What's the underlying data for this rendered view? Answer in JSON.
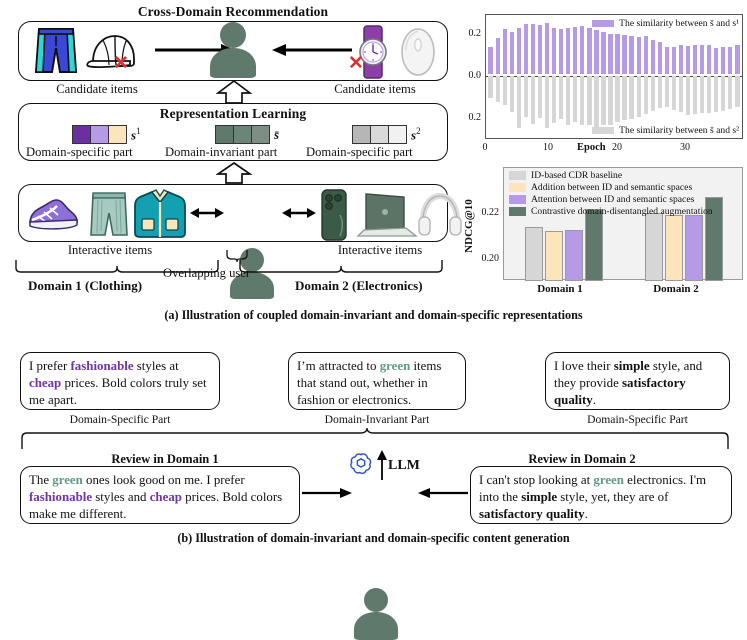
{
  "figure": {
    "caption_a": "(a) Illustration of coupled domain-invariant and domain-specific representations",
    "caption_b": "(b) Illustration of domain-invariant and domain-specific content generation"
  },
  "panel_a": {
    "cdr": {
      "title": "Cross-Domain Recommendation",
      "left_label": "Candidate items",
      "right_label": "Candidate items",
      "left_items": [
        "shorts-icon",
        "cap-icon"
      ],
      "right_items": [
        "watch-icon",
        "mouse-icon"
      ],
      "reject_mark": "✕"
    },
    "repr": {
      "title": "Representation Learning",
      "left_label": "Domain-specific part",
      "mid_label": "Domain-invariant  part",
      "right_label": "Domain-specific part",
      "left_symbol": "s",
      "left_sup": "1",
      "mid_symbol": "s̄",
      "right_symbol": "s",
      "right_sup": "2",
      "left_colors": [
        "#6b2fa0",
        "#b79ae6",
        "#fde4ba"
      ],
      "mid_colors": [
        "#5f7a6d",
        "#6b8578",
        "#7c8f82"
      ],
      "right_colors": [
        "#b6b6b6",
        "#d9d9d9",
        "#f1f1f1"
      ]
    },
    "interaction": {
      "left_label": "Interactive items",
      "right_label": "Interactive items",
      "overlap_label": "Overlapping user",
      "domain1_label": "Domain 1 (Clothing)",
      "domain2_label": "Domain 2 (Electronics)",
      "left_items": [
        "sneaker-icon",
        "shorts-icon",
        "jacket-icon"
      ],
      "right_items": [
        "phone-icon",
        "laptop-icon",
        "headphones-icon"
      ]
    }
  },
  "chart_data": [
    {
      "type": "bar",
      "title": "",
      "xlabel": "Epoch",
      "ylabel": "",
      "xticks": [
        0,
        10,
        20,
        30
      ],
      "yticks": [
        "0.2",
        "0.0",
        "0.2"
      ],
      "ylim": [
        -0.3,
        0.3
      ],
      "xlim": [
        -1,
        36
      ],
      "legend_position": "inside-top-right / inside-bottom-right",
      "grid": false,
      "series": [
        {
          "name": "The similarity between s̄ and s¹",
          "color": "#b79ae6",
          "values": [
            0.131,
            0.178,
            0.221,
            0.208,
            0.228,
            0.247,
            0.246,
            0.243,
            0.251,
            0.228,
            0.222,
            0.226,
            0.232,
            0.234,
            0.224,
            0.217,
            0.208,
            0.196,
            0.199,
            0.193,
            0.185,
            0.184,
            0.188,
            0.169,
            0.157,
            0.131,
            0.134,
            0.144,
            0.139,
            0.145,
            0.144,
            0.143,
            0.13,
            0.134,
            0.133,
            0.143
          ]
        },
        {
          "name": "The similarity between s̄ and s²",
          "color": "#d6d6d6",
          "values": [
            -0.108,
            -0.127,
            -0.141,
            -0.176,
            -0.257,
            -0.201,
            -0.235,
            -0.205,
            -0.255,
            -0.232,
            -0.212,
            -0.239,
            -0.224,
            -0.24,
            -0.243,
            -0.261,
            -0.241,
            -0.24,
            -0.227,
            -0.218,
            -0.212,
            -0.2,
            -0.186,
            -0.172,
            -0.155,
            -0.153,
            -0.168,
            -0.178,
            -0.19,
            -0.186,
            -0.184,
            -0.18,
            -0.175,
            -0.17,
            -0.163,
            -0.152
          ]
        }
      ]
    },
    {
      "type": "bar",
      "title": "",
      "xlabel": "",
      "ylabel": "NDCG@10",
      "categories": [
        "Domain 1",
        "Domain 2"
      ],
      "yticks": [
        "0.20",
        "0.22"
      ],
      "ylim": [
        0.1945,
        0.2265
      ],
      "grid": false,
      "legend_position": "inside-top",
      "series": [
        {
          "name": "ID-based CDR baseline",
          "color": "#d6d6d6",
          "values": [
            0.2098,
            0.2138
          ]
        },
        {
          "name": " Addition between ID and semantic spaces",
          "color": "#fde4ba",
          "values": [
            0.2086,
            0.2132
          ]
        },
        {
          "name": "Attention between ID and semantic spaces",
          "color": "#b79ae6",
          "values": [
            0.209,
            0.2132
          ]
        },
        {
          "name": "Contrastive domain-disentangled augmentation",
          "color": "#5f7a6d",
          "values": [
            0.2148,
            0.2184
          ]
        }
      ]
    }
  ],
  "panel_b": {
    "parts": [
      {
        "label": "Domain-Specific Part",
        "segments": [
          {
            "t": "I prefer ",
            "s": "plain"
          },
          {
            "t": "fashionable",
            "s": "purple"
          },
          {
            "t": " styles at ",
            "s": "plain"
          },
          {
            "t": "cheap",
            "s": "purple"
          },
          {
            "t": " prices. Bold colors truly set me apart.",
            "s": "plain"
          }
        ]
      },
      {
        "label": "Domain-Invariant  Part",
        "segments": [
          {
            "t": "I’m attracted to ",
            "s": "plain"
          },
          {
            "t": "green",
            "s": "green"
          },
          {
            "t": " items that stand out, whether in fashion or electronics.",
            "s": "plain"
          }
        ]
      },
      {
        "label": "Domain-Specific Part",
        "segments": [
          {
            "t": "I love their ",
            "s": "plain"
          },
          {
            "t": "simple",
            "s": "black"
          },
          {
            "t": " style, and they provide ",
            "s": "plain"
          },
          {
            "t": "satisfactory quality",
            "s": "black"
          },
          {
            "t": ".",
            "s": "plain"
          }
        ]
      }
    ],
    "reviews": [
      {
        "title": "Review in Domain 1",
        "segments": [
          {
            "t": "The ",
            "s": "plain"
          },
          {
            "t": "green",
            "s": "green"
          },
          {
            "t": " ones look good on me. I prefer ",
            "s": "plain"
          },
          {
            "t": "fashionable",
            "s": "purple"
          },
          {
            "t": " styles and ",
            "s": "plain"
          },
          {
            "t": "cheap",
            "s": "purple"
          },
          {
            "t": " prices. Bold colors make me different.",
            "s": "plain"
          }
        ]
      },
      {
        "title": "Review in Domain 2",
        "segments": [
          {
            "t": "I can't stop looking at ",
            "s": "plain"
          },
          {
            "t": "green",
            "s": "green"
          },
          {
            "t": " electronics. I'm into the ",
            "s": "plain"
          },
          {
            "t": "simple",
            "s": "black"
          },
          {
            "t": " style, yet, they are of ",
            "s": "plain"
          },
          {
            "t": "satisfactory quality",
            "s": "black"
          },
          {
            "t": ".",
            "s": "plain"
          }
        ]
      }
    ],
    "llm_label": "LLM",
    "llm_icon": "openai-logo-icon"
  },
  "colors": {
    "purple_dark": "#6b2fa0",
    "purple_light": "#b79ae6",
    "cream": "#fde4ba",
    "green_dark": "#5f7a6d",
    "gray": "#d6d6d6",
    "red": "#e03030"
  }
}
